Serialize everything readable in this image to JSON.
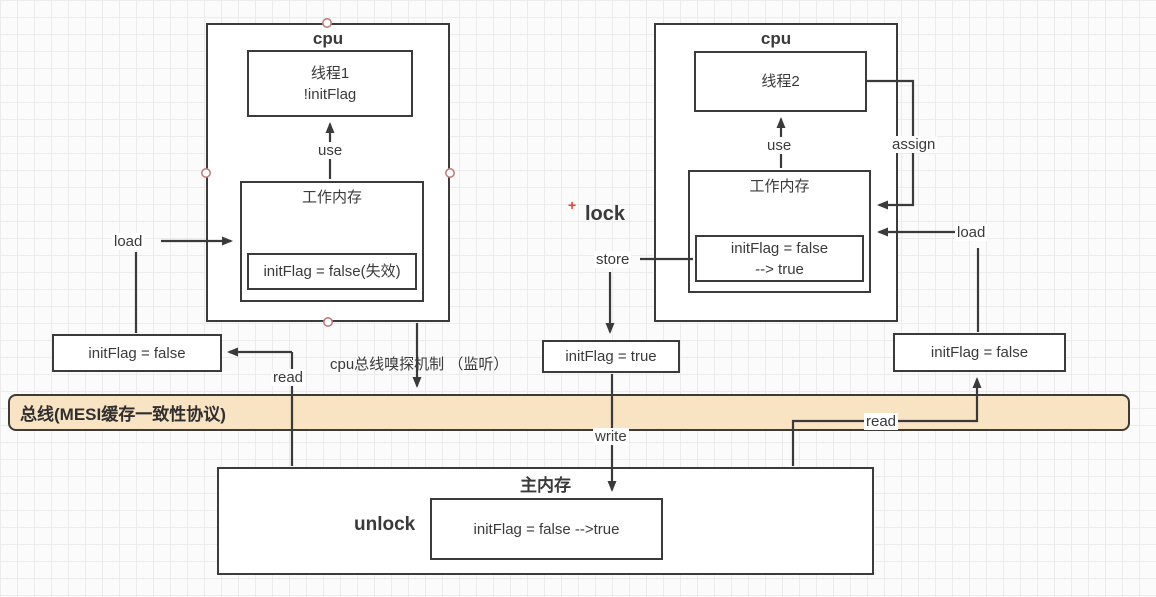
{
  "left_cpu": {
    "title": "cpu",
    "thread_line1": "线程1",
    "thread_line2": "!initFlag",
    "use_label": "use",
    "wm_title": "工作内存",
    "wm_flag": "initFlag = false(失效)"
  },
  "left_flow": {
    "load_label": "load",
    "cache_value": "initFlag = false",
    "read_label": "read",
    "snoop_label": "cpu总线嗅探机制 （监听）"
  },
  "middle_flow": {
    "plus_mark": "+",
    "lock_label": "lock",
    "store_label": "store",
    "flag_value": "initFlag = true",
    "write_label": "write"
  },
  "right_cpu": {
    "title": "cpu",
    "thread": "线程2",
    "use_label": "use",
    "assign_label": "assign",
    "wm_title": "工作内存",
    "wm_flag_line1": "initFlag = false",
    "wm_flag_line2": "--> true"
  },
  "right_flow": {
    "load_label": "load",
    "cache_value": "initFlag = false",
    "read_label": "read"
  },
  "bus": {
    "label": "总线(MESI缓存一致性协议)"
  },
  "main_memory": {
    "title": "主内存",
    "unlock_label": "unlock",
    "flag_value": "initFlag = false -->true"
  },
  "colors": {
    "line": "#3a3a3a",
    "box_border": "#3b3b3b",
    "bus_fill": "#f8e3c3",
    "bus_border": "#3d3a37",
    "handle_stroke": "#c27d7d",
    "plus_red": "#e8402a"
  }
}
